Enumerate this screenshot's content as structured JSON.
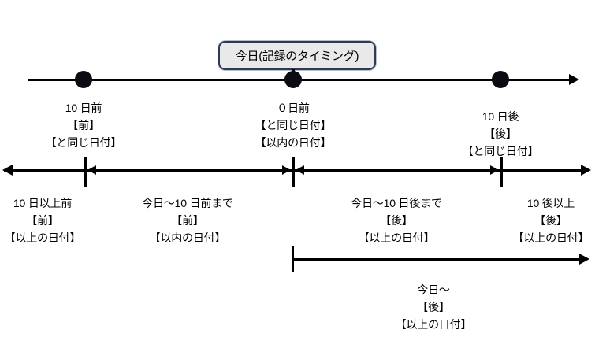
{
  "diagram": {
    "callout": {
      "text": "今日(記録のタイミング)"
    },
    "timeline_points": [
      {
        "name": "point-10-days-before",
        "lines": [
          "10 日前",
          "【前】",
          "【と同じ日付】"
        ]
      },
      {
        "name": "point-0-days-before",
        "lines": [
          "０日前",
          "【と同じ日付】",
          "【以内の日付】"
        ]
      },
      {
        "name": "point-10-days-after",
        "lines": [
          "10 日後",
          "【後】",
          "【と同じ日付】"
        ]
      }
    ],
    "ranges": [
      {
        "name": "range-more-than-10-days-before",
        "lines": [
          "10 日以上前",
          "【前】",
          "【以上の日付】"
        ]
      },
      {
        "name": "range-today-to-10-days-before",
        "lines": [
          "今日～10 日前まで",
          "【前】",
          "【以内の日付】"
        ]
      },
      {
        "name": "range-today-to-10-days-after",
        "lines": [
          "今日～10 日後まで",
          "【後】",
          "【以上の日付】"
        ]
      },
      {
        "name": "range-more-than-10-after",
        "lines": [
          "10 後以上",
          "【後】",
          "【以上の日付】"
        ]
      }
    ],
    "bottom_range": {
      "name": "range-today-onward",
      "lines": [
        "今日～",
        "【後】",
        "【以上の日付】"
      ]
    },
    "colors": {
      "line": "#000000",
      "dot": "#0b0b14",
      "callout_fill": "#e9e9e9",
      "callout_border": "#2b3a57"
    }
  }
}
